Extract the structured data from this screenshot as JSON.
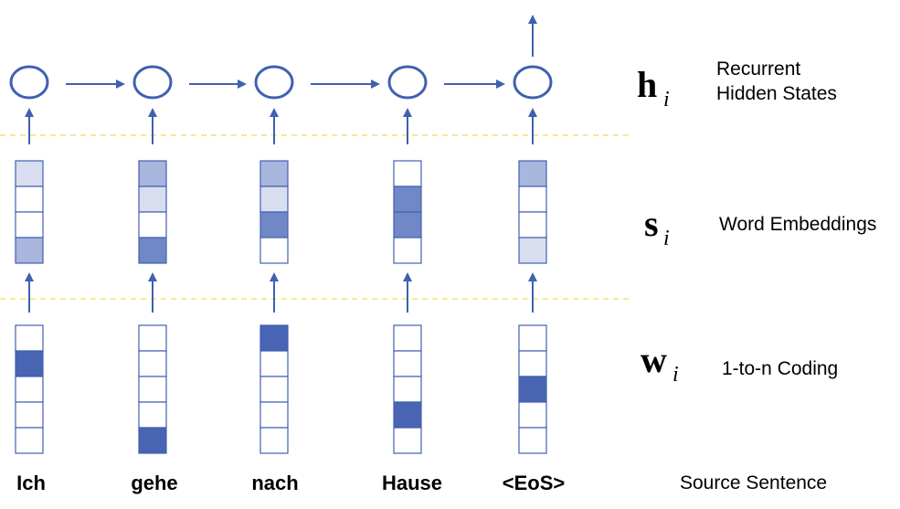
{
  "rows": {
    "hidden": {
      "symbol": "h",
      "subscript": "i",
      "label_line1": "Recurrent",
      "label_line2": "Hidden States"
    },
    "embedding": {
      "symbol": "s",
      "subscript": "i",
      "label": "Word Embeddings"
    },
    "coding": {
      "symbol": "w",
      "subscript": "i",
      "label": "1-to-n Coding"
    },
    "source": {
      "label": "Source Sentence"
    }
  },
  "colors": {
    "stroke": "#4060b0",
    "dark": "#4a64b4",
    "medium": "#7088c6",
    "light": "#a9b6dd",
    "pale": "#d8deef",
    "divider": "#f5e26a"
  },
  "columns": [
    {
      "word": "Ich",
      "embedding": [
        "pale",
        "white",
        "white",
        "light"
      ],
      "onehot_index": 1
    },
    {
      "word": "gehe",
      "embedding": [
        "light",
        "pale",
        "white",
        "medium"
      ],
      "onehot_index": 4
    },
    {
      "word": "nach",
      "embedding": [
        "light",
        "pale",
        "medium",
        "white"
      ],
      "onehot_index": 0
    },
    {
      "word": "Hause",
      "embedding": [
        "white",
        "medium",
        "medium",
        "white"
      ],
      "onehot_index": 3
    },
    {
      "word": "<EoS>",
      "embedding": [
        "light",
        "white",
        "white",
        "pale"
      ],
      "onehot_index": 2
    }
  ]
}
